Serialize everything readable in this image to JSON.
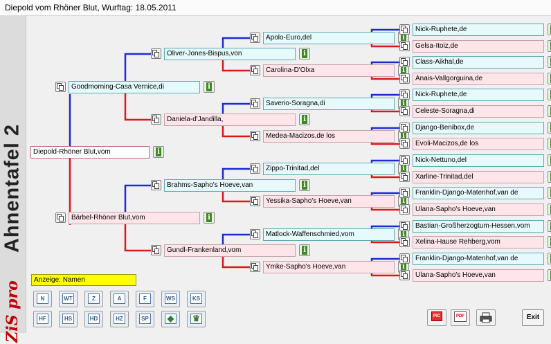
{
  "window": {
    "title": "Diepold vom Rhöner Blut, Wurftag: 18.05.2011"
  },
  "sidebar": {
    "app_label": "Ahnentafel 2",
    "logo": "ZiS pro"
  },
  "tree": {
    "root": {
      "name": "Diepold-Rhöner Blut,vom",
      "sex": "root"
    },
    "gen1": [
      {
        "name": "Goodmorning-Casa Vernice,di",
        "sex": "male"
      },
      {
        "name": "Bärbel-Rhöner Blut,vom",
        "sex": "female"
      }
    ],
    "gen2": [
      {
        "name": "Oliver-Jones-Bispus,von",
        "sex": "male"
      },
      {
        "name": "Daniela-d'Jandilla,",
        "sex": "female"
      },
      {
        "name": "Brahms-Sapho's Hoeve,van",
        "sex": "male"
      },
      {
        "name": "Gundl-Frankenland,vom",
        "sex": "female"
      }
    ],
    "gen3": [
      {
        "name": "Apolo-Euro,del",
        "sex": "male"
      },
      {
        "name": "Carolina-D'Olxa",
        "sex": "female"
      },
      {
        "name": "Saverio-Soragna,di",
        "sex": "male"
      },
      {
        "name": "Medea-Macizos,de los",
        "sex": "female"
      },
      {
        "name": "Zippo-Trinitad,del",
        "sex": "male"
      },
      {
        "name": "Yessika-Sapho's Hoeve,van",
        "sex": "female"
      },
      {
        "name": "Matlock-Waffenschmied,vom",
        "sex": "male"
      },
      {
        "name": "Ymke-Sapho's Hoeve,van",
        "sex": "female"
      }
    ],
    "gen4": [
      {
        "name": "Nick-Ruphete,de",
        "sex": "male"
      },
      {
        "name": "Gelsa-Itoiz,de",
        "sex": "female"
      },
      {
        "name": "Class-Aikhal,de",
        "sex": "male"
      },
      {
        "name": "Anais-Vallgorguina,de",
        "sex": "female"
      },
      {
        "name": "Nick-Ruphete,de",
        "sex": "male"
      },
      {
        "name": "Celeste-Soragna,di",
        "sex": "female"
      },
      {
        "name": "Django-Benibox,de",
        "sex": "male"
      },
      {
        "name": "Evoli-Macizos,de los",
        "sex": "female"
      },
      {
        "name": "Nick-Nettuno,del",
        "sex": "male"
      },
      {
        "name": "Xarline-Trinitad,del",
        "sex": "female"
      },
      {
        "name": "Franklin-Django-Matenhof,van de",
        "sex": "male"
      },
      {
        "name": "Ulana-Sapho's Hoeve,van",
        "sex": "female"
      },
      {
        "name": "Bastian-Großherzogtum-Hessen,vom",
        "sex": "male"
      },
      {
        "name": "Xelina-Hause Rehberg,vom",
        "sex": "female"
      },
      {
        "name": "Franklin-Django-Matenhof,van de",
        "sex": "male"
      },
      {
        "name": "Ulana-Sapho's Hoeve,van",
        "sex": "female"
      }
    ]
  },
  "display": {
    "label": "Anzeige: Namen"
  },
  "buttons_row1": [
    "N",
    "WT",
    "Z",
    "A",
    "F",
    "WS",
    "KS"
  ],
  "buttons_row2": [
    "HF",
    "HS",
    "HD",
    "HZ",
    "SP",
    "",
    ""
  ],
  "toolbar": {
    "pic": "PIC",
    "pdf": "PDF",
    "exit": "Exit"
  },
  "colors": {
    "male_line": "#1d2bd6",
    "female_line": "#e01515",
    "male_box": "#e6f9fb",
    "female_box": "#fde5ea"
  }
}
